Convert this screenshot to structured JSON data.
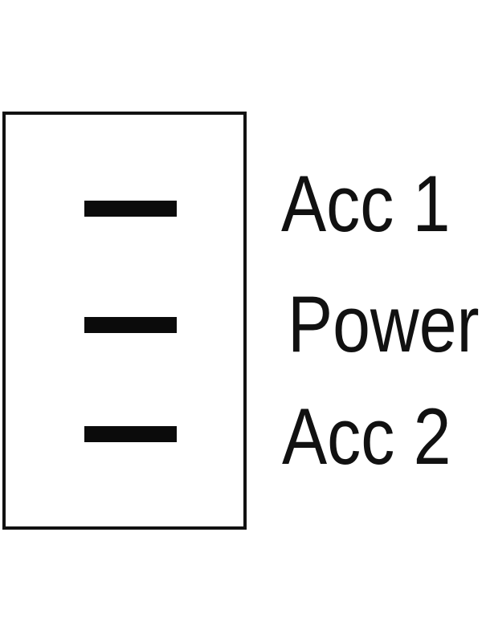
{
  "diagram": {
    "kind": "rocker-switch-position-diagram",
    "labels": [
      "Acc 1",
      "Power",
      "Acc 2"
    ],
    "marker_icons": [
      "dash-icon",
      "dash-icon",
      "dash-icon"
    ],
    "colors": {
      "ink": "#111111",
      "marker": "#0b0b0b",
      "background": "#ffffff"
    }
  }
}
